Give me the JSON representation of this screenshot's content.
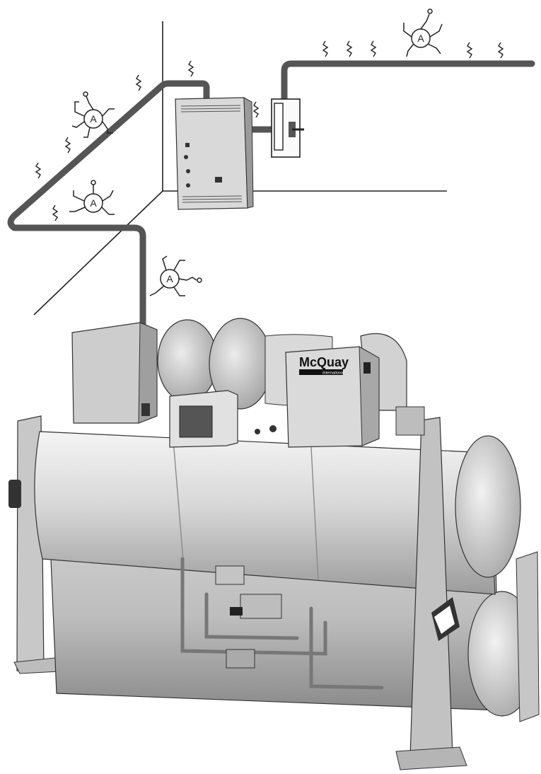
{
  "diagram": {
    "ammeter_label": "A",
    "brand": {
      "name": "McQuay",
      "sub": "International"
    },
    "nodes": [
      {
        "id": "starter-panel",
        "kind": "wall-mounted starter enclosure"
      },
      {
        "id": "disconnect-switch",
        "kind": "fused disconnect switch"
      },
      {
        "id": "chiller-control-box",
        "kind": "unit control box"
      },
      {
        "id": "chiller",
        "kind": "centrifugal water chiller"
      }
    ],
    "ammeter_count": 4,
    "colors": {
      "conduit": "#555555",
      "line": "#222222",
      "equipment": "#d2d2d2",
      "shadow": "#9a9a9a"
    }
  }
}
